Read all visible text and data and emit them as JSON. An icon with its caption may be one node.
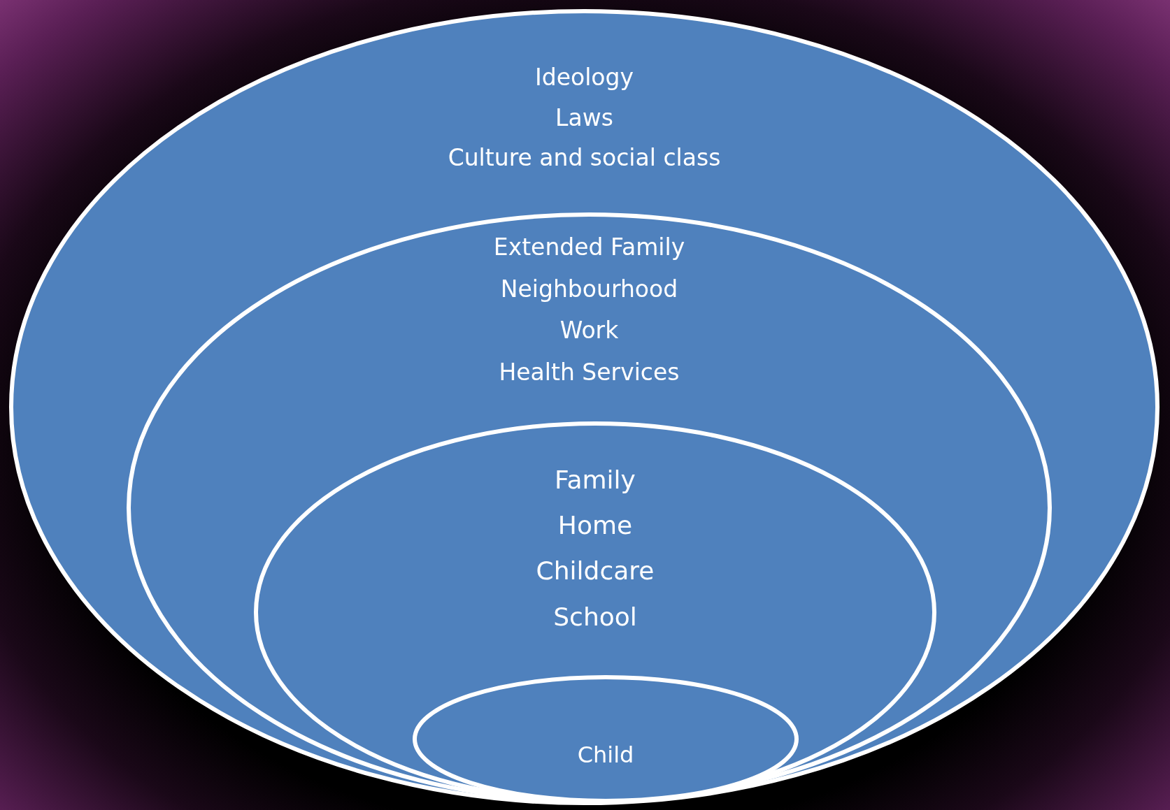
{
  "diagram": {
    "nodes": [
      {
        "text": [
          "Ideology",
          "Laws",
          "Culture and social class"
        ]
      },
      {
        "text": [
          "Extended Family",
          "Neighbourhood",
          "Work",
          "Health Services"
        ],
        "in": 0
      },
      {
        "text": [
          "Family",
          "Home",
          "Childcare",
          "School"
        ],
        "in": 1
      },
      {
        "text": [
          "Child"
        ],
        "in": 2
      }
    ]
  }
}
